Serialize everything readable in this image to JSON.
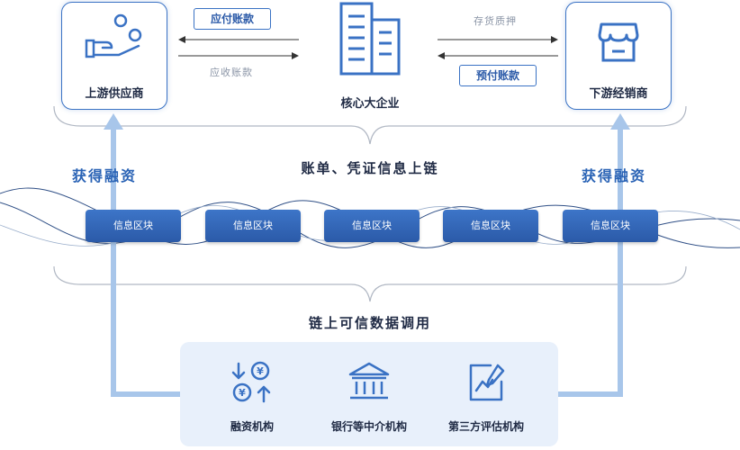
{
  "nodes": {
    "upstream": {
      "label": "上游供应商"
    },
    "core": {
      "label": "核心大企业"
    },
    "downstream": {
      "label": "下游经销商"
    }
  },
  "flows": {
    "payable": "应付账款",
    "receivable": "应收账款",
    "inventory_pledge": "存货质押",
    "prepayment": "预付账款"
  },
  "finance_left": "获得融资",
  "finance_right": "获得融资",
  "chain_title": "账单、凭证信息上链",
  "blocks": [
    "信息区块",
    "信息区块",
    "信息区块",
    "信息区块",
    "信息区块"
  ],
  "call_title": "链上可信数据调用",
  "institutions": [
    {
      "label": "融资机构",
      "icon": "exchange-yen-icon"
    },
    {
      "label": "银行等中介机构",
      "icon": "bank-icon"
    },
    {
      "label": "第三方评估机构",
      "icon": "evaluation-chart-icon"
    }
  ],
  "colors": {
    "primary": "#3a72c4",
    "dark": "#2b5aa8",
    "panel": "#e8f0fb",
    "wave": "#2f4f86"
  }
}
